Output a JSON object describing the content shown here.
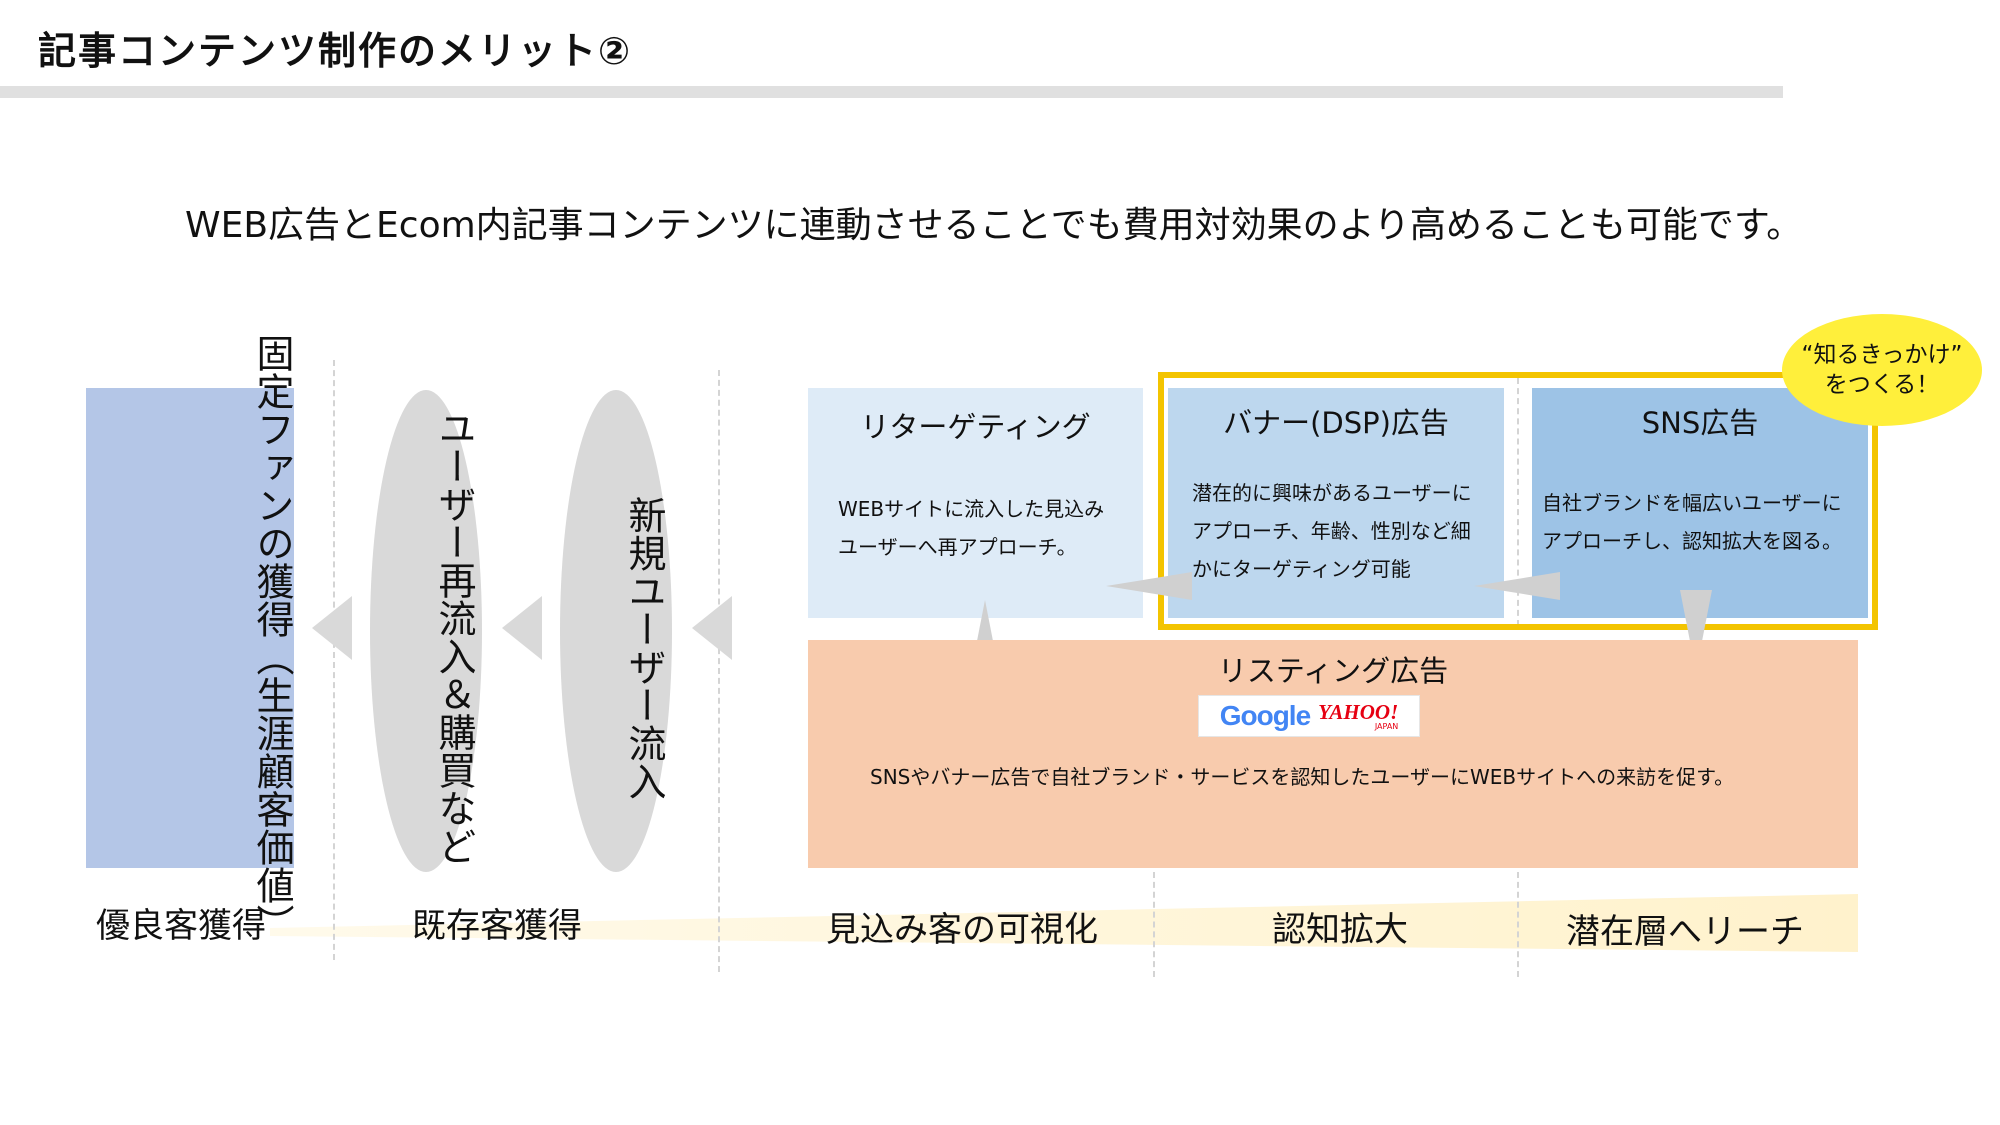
{
  "title": "記事コンテンツ制作のメリット②",
  "subtitle": "WEB広告とEcom内記事コンテンツに連動させることでも費用対効果のより高めることも可能です。",
  "columns": {
    "fan": "固定ファンの獲得（生涯顧客価値）",
    "reflow": "ユーザー再流入＆購買など",
    "new_user": "新規ユーザー流入"
  },
  "boxes": {
    "retargeting": {
      "title": "リターゲティング",
      "lines": [
        "WEBサイトに流入した見込み",
        "ユーザーへ再アプローチ。"
      ]
    },
    "banner": {
      "title": "バナー(DSP)広告",
      "lines": [
        "潜在的に興味があるユーザーに",
        "アプローチ、年齢、性別など細",
        "かにターゲティング可能"
      ]
    },
    "sns": {
      "title": "SNS広告",
      "lines": [
        "自社ブランドを幅広いユーザーに",
        "アプローチし、認知拡大を図る。"
      ]
    },
    "listing": {
      "title": "リスティング広告",
      "logo_google": "Google",
      "logo_yahoo": "YAHOO!",
      "logo_yahoo_sub": "JAPAN",
      "body": "SNSやバナー広告で自社ブランド・サービスを認知したユーザーにWEBサイトへの来訪を促す。"
    }
  },
  "bubble": {
    "line1": "“知るきっかけ”",
    "line2": "をつくる！"
  },
  "stages": [
    "優良客獲得",
    "既存客獲得",
    "見込み客の可視化",
    "認知拡大",
    "潜在層へリーチ"
  ],
  "colors": {
    "fan_box": "#b4c6e7",
    "oval": "#d9d9d9",
    "retargeting_box": "#deebf7",
    "banner_box": "#bdd7ee",
    "sns_box": "#9dc3e6",
    "listing_box": "#f8cbad",
    "gold_frame": "#f3c400",
    "bubble": "#ffef3b",
    "stage_wedge": "#fff2cc"
  }
}
